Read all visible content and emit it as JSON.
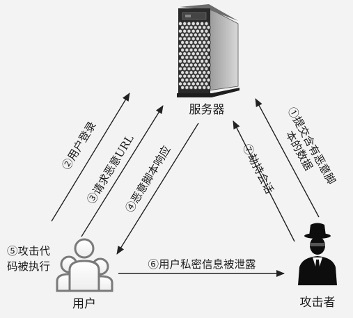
{
  "nodes": {
    "server": {
      "label": "服务器",
      "icon": "tower-server-icon"
    },
    "user": {
      "label": "用户",
      "icon": "user-group-icon"
    },
    "attacker": {
      "label": "攻击者",
      "icon": "hacker-icon"
    }
  },
  "steps": {
    "s1_line1": "①提交含有恶意脚",
    "s1_line2": "本的数据",
    "s2": "②用户登录",
    "s3": "③请求恶意URL",
    "s4": "④恶意脚本响应",
    "s5_line1": "⑤攻击代",
    "s5_line2": "码被执行",
    "s6": "⑥用户私密信息被泄露",
    "s7": "⑦劫持会话"
  }
}
